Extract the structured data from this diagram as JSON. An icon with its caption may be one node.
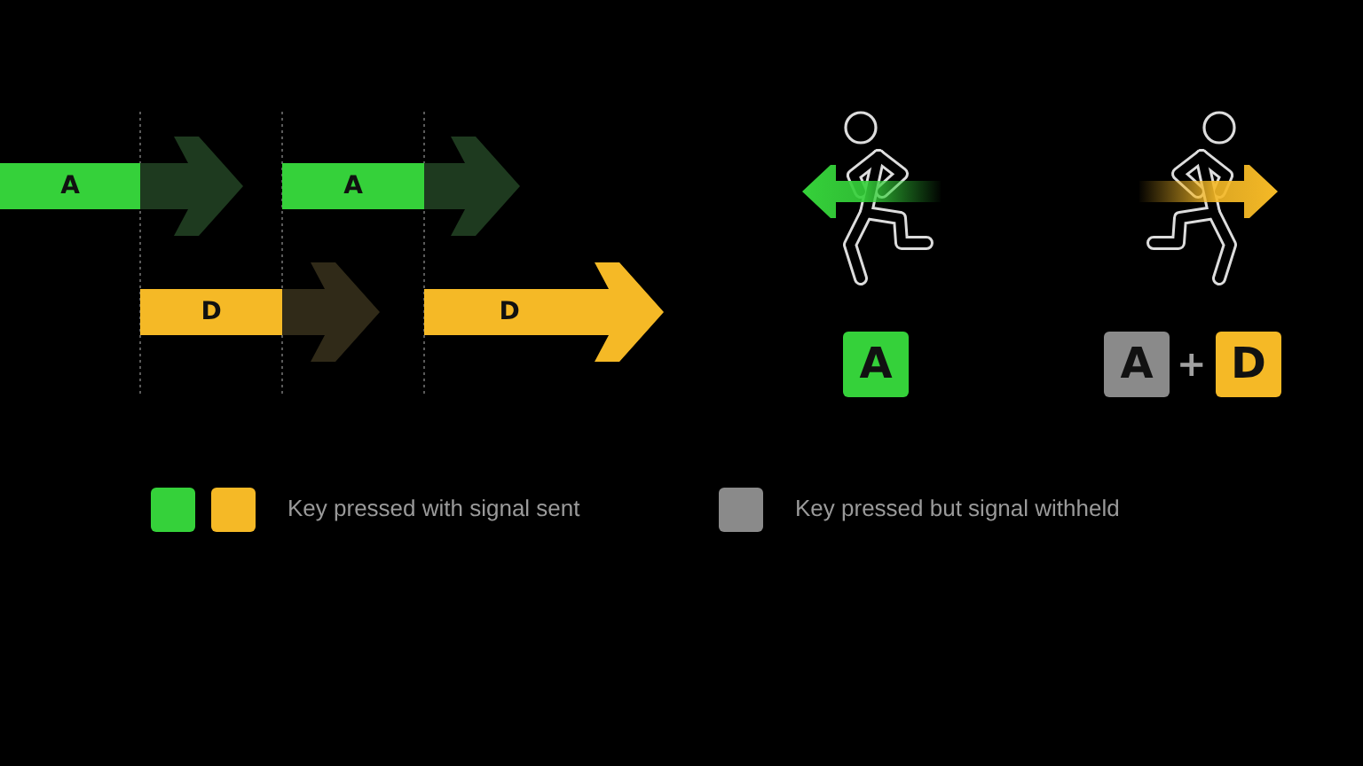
{
  "diagram": {
    "nodes": [
      {
        "text": [
          "A"
        ]
      },
      {
        "text": [
          "A"
        ]
      },
      {
        "text": [
          "D"
        ]
      },
      {
        "text": [
          "D"
        ]
      },
      {
        "text": [
          "A"
        ]
      },
      {
        "text": [
          "A"
        ]
      },
      {
        "text": [
          "D"
        ]
      }
    ],
    "labels": [
      "+"
    ],
    "legend": [
      {
        "text": "Key pressed with signal sent",
        "color": "#35d13a"
      },
      {
        "text": "Key pressed but signal withheld",
        "color": "#8a8a8a"
      }
    ]
  }
}
